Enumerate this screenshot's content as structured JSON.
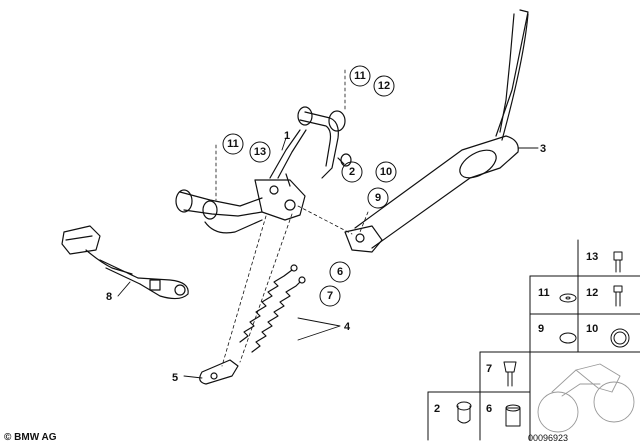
{
  "diagram": {
    "callouts": {
      "c1": "1",
      "c2": "2",
      "c3": "3",
      "c4": "4",
      "c5": "5",
      "c6": "6",
      "c7": "7",
      "c8": "8",
      "c9": "9",
      "c10": "10",
      "c11a": "11",
      "c12a": "12",
      "c11b": "11",
      "c13a": "13"
    },
    "legend": {
      "l13": "13",
      "l11": "11",
      "l12": "12",
      "l9": "9",
      "l10": "10",
      "l7": "7",
      "l2": "2",
      "l6": "6"
    }
  },
  "footer": {
    "copyright": "© BMW AG",
    "part_number": "00096923"
  }
}
